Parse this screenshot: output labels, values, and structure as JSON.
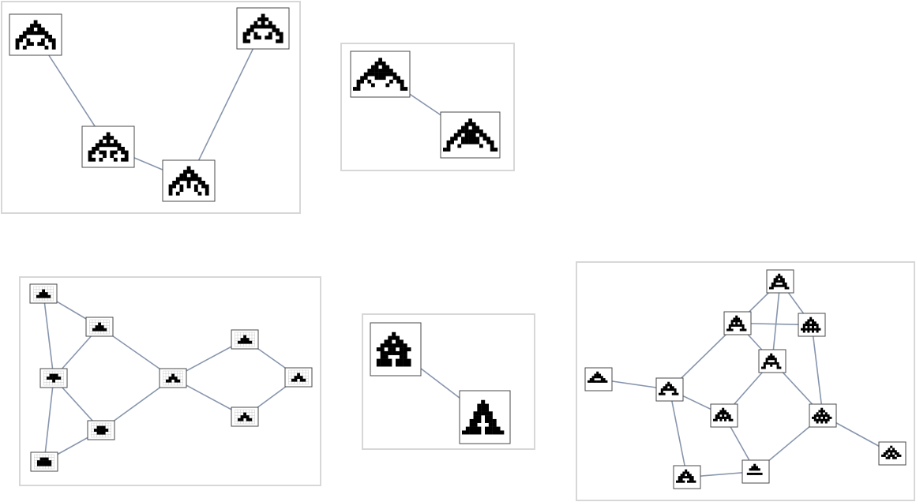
{
  "colors": {
    "edge": "#8795ad",
    "panel_border": "#d7d7d7",
    "node_border": "#4a4a4a",
    "cell": "#000000",
    "background": "#ffffff"
  },
  "graphs": [
    {
      "id": "graph-a",
      "patterns": [
        [
          "0000001000000",
          "0000011100000",
          "0000110110000",
          "0001111111000",
          "0011000001100",
          "0110100010110",
          "0100110110010",
          "0101000001010"
        ],
        [
          "0000001000000",
          "0000011100000",
          "0000101010000",
          "0001111111000",
          "0011000001100",
          "0110110110110",
          "0100010100010",
          "0110100010110"
        ],
        [
          "0000001000000",
          "0000011100000",
          "0000110110000",
          "0001111111000",
          "0011001001100",
          "0110101010110",
          "0100100010010",
          "0101000001010"
        ],
        [
          "0000001000000",
          "0000011100000",
          "0000101010000",
          "0001111111000",
          "0011000001100",
          "0110100010110",
          "0100110110010",
          "0110000000110"
        ]
      ],
      "edges": [
        [
          0,
          1
        ],
        [
          1,
          2
        ],
        [
          2,
          3
        ]
      ]
    },
    {
      "id": "graph-b",
      "patterns": [
        [
          "000000010000000",
          "000000111000000",
          "000001101100000",
          "000011111110000",
          "000111111111000",
          "001100111001100",
          "011010000010110",
          "010001000100010",
          "110000000000011"
        ],
        [
          "000000010000000",
          "000000111000000",
          "000001101100000",
          "000011111110000",
          "000110111011000",
          "001101111101100",
          "011001111100110",
          "010010000010010",
          "110000000000011"
        ]
      ],
      "edges": [
        [
          0,
          1
        ]
      ]
    },
    {
      "id": "graph-c",
      "gridded": true,
      "patterns": [
        [
          "0000000",
          "0001000",
          "0011100",
          "0111110",
          "0000000"
        ],
        [
          "0000000",
          "0001000",
          "0011100",
          "0111110",
          "0000000"
        ],
        [
          "0000000",
          "0011100",
          "0111110",
          "0001000",
          "0000000"
        ],
        [
          "0000000",
          "0011100",
          "0111110",
          "0011100",
          "0000000"
        ],
        [
          "0000000",
          "0011100",
          "0111110",
          "0111110",
          "0000000"
        ],
        [
          "0000000",
          "0001000",
          "0011100",
          "0110110",
          "0000000"
        ],
        [
          "0000000",
          "0001000",
          "0011100",
          "0111110",
          "0000000"
        ],
        [
          "0000000",
          "0001000",
          "0011100",
          "0110110",
          "0000000"
        ],
        [
          "0000000",
          "0001000",
          "0011100",
          "0110110",
          "0000000"
        ]
      ],
      "edges": [
        [
          0,
          1
        ],
        [
          0,
          2
        ],
        [
          1,
          2
        ],
        [
          1,
          5
        ],
        [
          2,
          3
        ],
        [
          2,
          4
        ],
        [
          3,
          4
        ],
        [
          3,
          5
        ],
        [
          5,
          6
        ],
        [
          5,
          8
        ],
        [
          6,
          7
        ],
        [
          7,
          8
        ]
      ]
    },
    {
      "id": "graph-d",
      "patterns": [
        [
          "000001000000",
          "000011100000",
          "000110110000",
          "001111111000",
          "011011011100",
          "001111111000",
          "001100011000",
          "011110111100",
          "011110111100"
        ],
        [
          "000001000000",
          "000011100000",
          "000011100000",
          "000111110000",
          "000110110000",
          "001110111000",
          "001100011000",
          "011110111100",
          "111110111110"
        ]
      ],
      "edges": [
        [
          0,
          1
        ]
      ]
    },
    {
      "id": "graph-e",
      "patterns": [
        [
          "0000100000",
          "0001110000",
          "0011011000",
          "0011111000",
          "0110001100",
          "0111111100",
          "1100000110"
        ],
        [
          "0000100000",
          "0001110000",
          "0011111000",
          "0010101000",
          "0111111100",
          "0100000100",
          "1110001110"
        ],
        [
          "0000100000",
          "0001110000",
          "0011011000",
          "0111111100",
          "0101010100",
          "1111111110",
          "0101010100"
        ],
        [
          "0000100000",
          "0001110000",
          "0011111000",
          "0010001000",
          "0111111100",
          "0100100100",
          "1100000110"
        ],
        [
          "0000100000",
          "0001110000",
          "0011011000",
          "0111111100",
          "0100000100",
          "1110001110",
          "0000000000"
        ],
        [
          "0000100000",
          "0001110000",
          "0011111000",
          "0110101100",
          "0111111100",
          "1101010110",
          "0000000000"
        ],
        [
          "0000100000",
          "0001110000",
          "0011111000",
          "0000000000",
          "0111111100",
          "0000000000",
          "0000000000"
        ],
        [
          "0000100000",
          "0001110000",
          "0011011000",
          "0111111100",
          "0110001100",
          "1111011110",
          "0000000000"
        ],
        [
          "0000100000",
          "0001110000",
          "0011111000",
          "0110001100",
          "1111111110",
          "0000000000",
          "0000000000"
        ],
        [
          "0000100000",
          "0001110000",
          "0010101000",
          "0111111100",
          "1101010110",
          "0111111100",
          "0010101000"
        ],
        [
          "0000100000",
          "0001010000",
          "0011111000",
          "0110101100",
          "1101110110",
          "0011011000",
          "0000000000"
        ],
        [
          "0000100000",
          "0001110000",
          "0011011000",
          "0111111100",
          "0110101100",
          "1111111110",
          "0000000000"
        ]
      ],
      "edges": [
        [
          0,
          1
        ],
        [
          0,
          3
        ],
        [
          1,
          2
        ],
        [
          1,
          3
        ],
        [
          1,
          4
        ],
        [
          2,
          4
        ],
        [
          3,
          9
        ],
        [
          4,
          5
        ],
        [
          4,
          7
        ],
        [
          5,
          6
        ],
        [
          5,
          10
        ],
        [
          6,
          9
        ],
        [
          6,
          7
        ],
        [
          7,
          8
        ],
        [
          7,
          9
        ],
        [
          9,
          11
        ]
      ]
    }
  ]
}
